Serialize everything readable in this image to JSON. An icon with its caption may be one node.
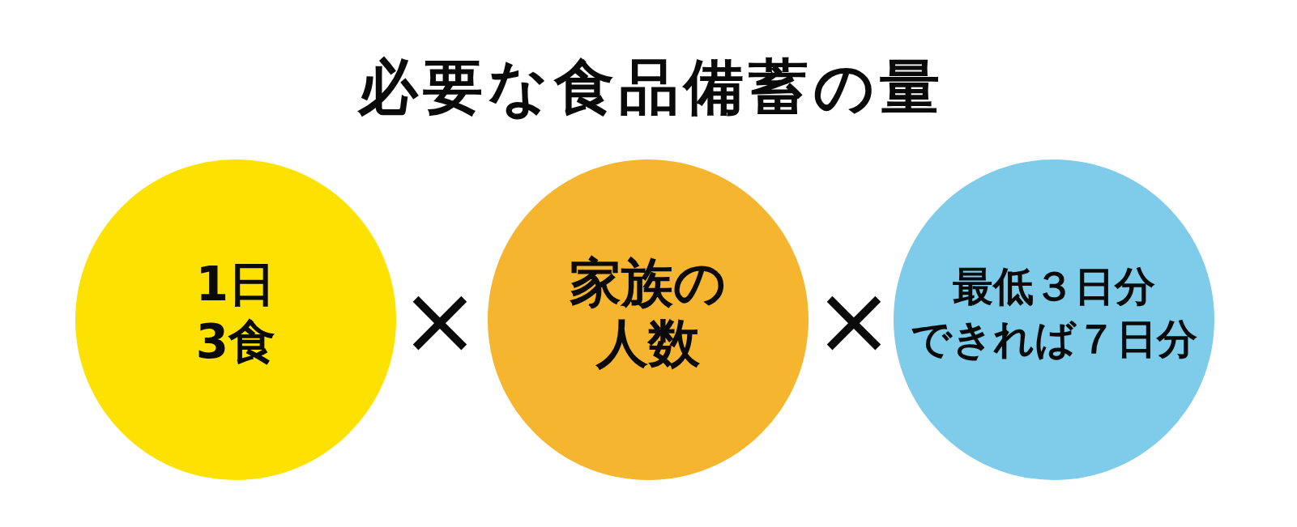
{
  "diagram": {
    "title": "必要な食品備蓄の量",
    "nodes": [
      {
        "text": [
          "1日3食"
        ]
      },
      {
        "text": [
          "家族の人数"
        ]
      },
      {
        "text": [
          "最低３日分",
          "できれば７日分"
        ]
      }
    ],
    "labels": [
      "×",
      "×"
    ]
  }
}
